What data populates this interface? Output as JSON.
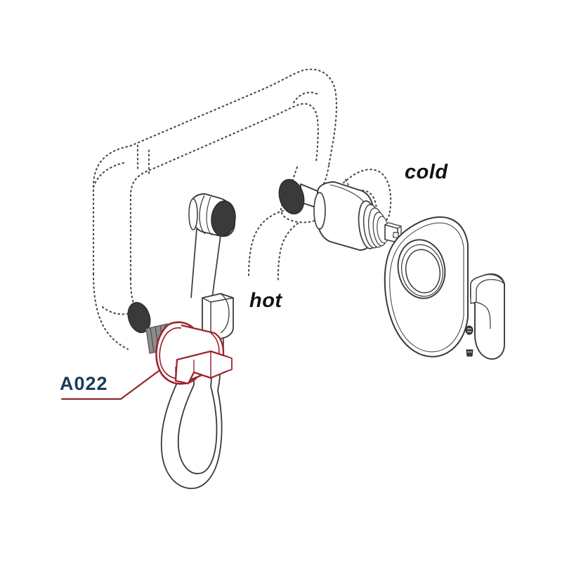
{
  "diagram": {
    "type": "exploded-parts-diagram",
    "subject": "bidet spray mixer valve assembly",
    "background_color": "#ffffff",
    "colors": {
      "outline": "#3a3a3a",
      "phantom": "#555555",
      "highlight": "#9e2430",
      "label_text": "#1b3a5c",
      "label_rule": "#8d2a28",
      "dark_fill": "#3a3a3a",
      "metal_fill": "#8c8c8c"
    },
    "labels": {
      "part_code": "A022",
      "hot": "hot",
      "cold": "cold"
    },
    "parts": [
      {
        "name": "spout-pipe-phantom",
        "style": "dotted"
      },
      {
        "name": "mixer-cartridge",
        "style": "solid"
      },
      {
        "name": "escutcheon-plate",
        "style": "solid"
      },
      {
        "name": "lever-handle",
        "style": "solid"
      },
      {
        "name": "set-screws",
        "count": 2,
        "style": "solid"
      },
      {
        "name": "spray-head",
        "style": "solid"
      },
      {
        "name": "trigger-block",
        "style": "solid"
      },
      {
        "name": "hose-loop",
        "style": "solid"
      },
      {
        "name": "angle-valve-A022",
        "style": "highlighted"
      }
    ]
  }
}
